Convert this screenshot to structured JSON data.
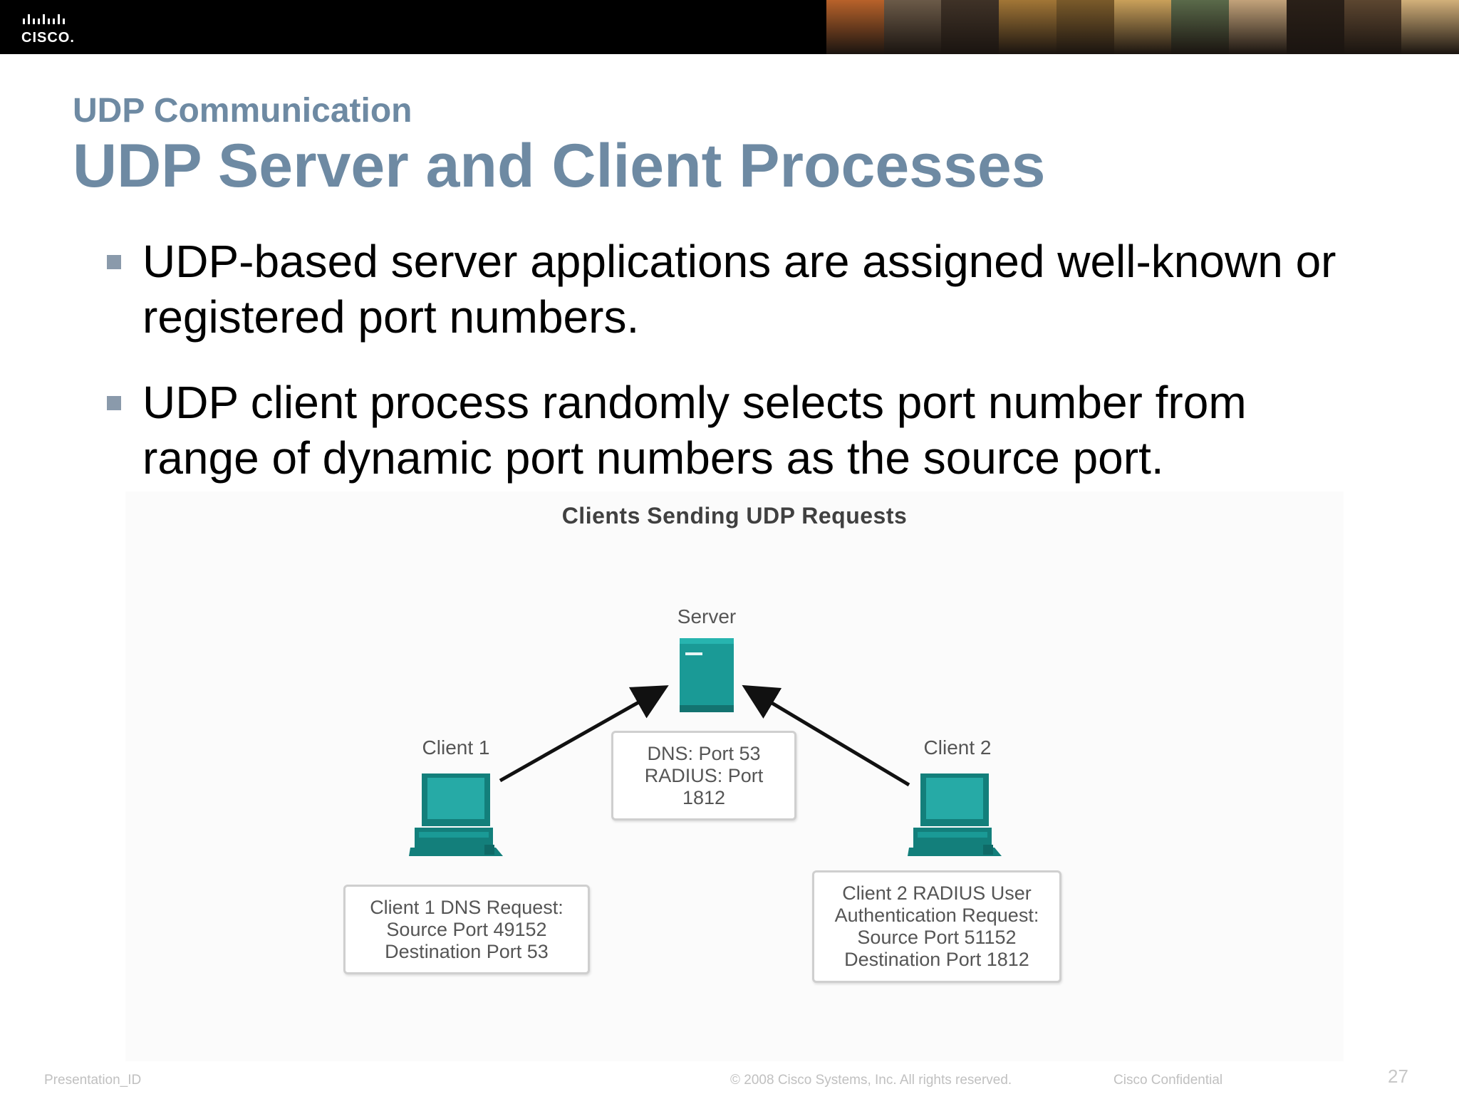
{
  "header": {
    "logo_text": "CISCO.",
    "photo_strip_colors": [
      "#b8622a",
      "#6b5a48",
      "#3f3227",
      "#a27636",
      "#7a5a2a",
      "#c9a05a",
      "#5a6a4a",
      "#c2a27a",
      "#2a2018",
      "#5c4630",
      "#d2b07a"
    ]
  },
  "slide": {
    "section_title": "UDP Communication",
    "title": "UDP Server and Client Processes",
    "bullets": [
      {
        "text": "UDP-based server applications are assigned well-known or registered port numbers."
      },
      {
        "text": "UDP client process randomly selects port number from range of dynamic port numbers as the source port."
      }
    ]
  },
  "figure": {
    "title": "Clients Sending UDP Requests",
    "server_label": "Server",
    "client1_label": "Client 1",
    "client2_label": "Client 2",
    "server_box": [
      "DNS: Port 53",
      "RADIUS: Port",
      "1812"
    ],
    "client1_box": [
      "Client 1 DNS Request:",
      "Source Port 49152",
      "Destination Port 53"
    ],
    "client2_box": [
      "Client 2 RADIUS User",
      "Authentication Request:",
      "Source Port 51152",
      "Destination Port 1812"
    ],
    "device_color": "#1a9a96"
  },
  "footer": {
    "presentation_id": "Presentation_ID",
    "copyright": "© 2008 Cisco Systems, Inc. All rights reserved.",
    "confidential": "Cisco Confidential",
    "page_number": "27"
  }
}
